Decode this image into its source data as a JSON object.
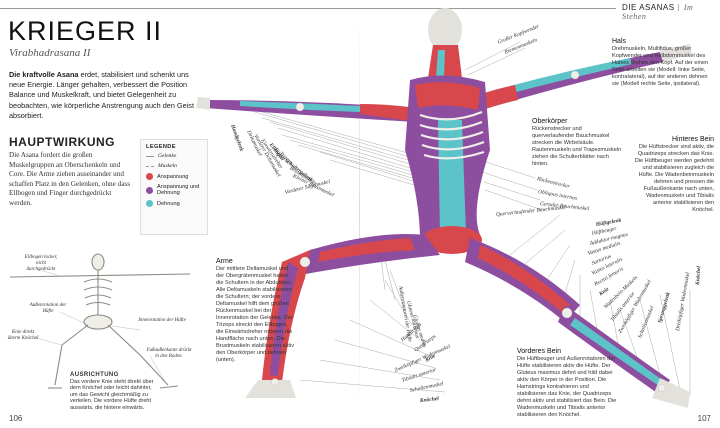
{
  "header": {
    "section": "DIE ASANAS",
    "subsection": "Im Stehen"
  },
  "title": "KRIEGER II",
  "subtitle": "Virabhadrasana II",
  "intro": {
    "lead": "Die kraftvolle Asana",
    "text": " erdet, stabilisiert und schenkt uns neue Energie. Länger gehalten, verbessert die Position Balance und Muskelkraft, und bietet Gelegenheit zu beobachten, wie körperliche Anstrengung auch den Geist absorbiert."
  },
  "hauptwirkung": {
    "title": "HAUPTWIRKUNG",
    "text": "Die Asana fordert die großen Muskelgruppen an Oberschenkeln und Core. Die Arme ziehen auseinander und schaffen Platz in den Gelenken, ohne dass Ellbogen und Finger durchgedrückt werden."
  },
  "legend": {
    "title": "LEGENDE",
    "items": [
      {
        "label": "Gelenke",
        "type": "line"
      },
      {
        "label": "Muskeln",
        "type": "dash"
      },
      {
        "label": "Anspannung",
        "color": "#d8474c"
      },
      {
        "label": "Anspannung und Dehnung",
        "color": "#8e4ea0"
      },
      {
        "label": "Dehnung",
        "color": "#5cc3c9"
      }
    ]
  },
  "colors": {
    "contract": "#d8474c",
    "contract_stretch": "#8e4ea0",
    "stretch": "#5cc3c9",
    "skin": "#e3e1dc",
    "bone": "#efeee8"
  },
  "info": {
    "hals": {
      "title": "Hals",
      "text": "Drehmuskeln, Multifidus, großer Kopfwender und Halbdornmuskel des Halses drehen den Kopf. Auf der einen Seite arbeiten sie (Modell: linke Seite, kontralateral), auf der anderen dehnen sie (Modell rechte Seite, ipsilateral)."
    },
    "oberkoerper": {
      "title": "Oberkörper",
      "text": "Rückenstrecker und querverlaufender Bauchmuskel strecken die Wirbelsäule. Rautenmuskeln und Trapezmuskeln ziehen die Schulterblätter nach hinten."
    },
    "hinteres_bein": {
      "title": "Hinteres Bein",
      "text": "Die Hüftstrecker sind aktiv, die Quadrizeps strecken das Knie. Die Hüftbeuger werden gedehnt und stabilisieren zugleich die Hüfte. Die Wadenbeinmuskeln dehnen und pressen die Fußaußenkante nach unten, Wadenmuskeln und Tibialis anterior stabilisieren den Knöchel."
    },
    "arme": {
      "title": "Arme",
      "text": "Der mittlere Deltamuskel und der Obergrätenmuskel halten die Schultern in der Abduktion. Alle Deltamuskeln stabilisieren die Schultern; der vordere Deltamuskel hilft dem großen Rückenmuskel bei der Innenrotation der Gelenke. Der Trizeps streckt den Ellbogen, die Einwärtsdreher rotieren die Handfläche nach unten. Die Brustmuskeln stabilisieren aktiv den Oberkörper und dehnen (unten)."
    },
    "vorderes_bein": {
      "title": "Vorderes Bein",
      "text": "Die Hüftbeuger und Außenrotatoren der Hüfte stabilisieren aktiv die Hüfte. Der Gluteus maximus dehnt und hält dabei aktiv den Körper in der Position. Die Hamstrings kontrahieren und stabilisieren das Knie, der Quadrizeps dehnt aktiv und stabilisiert das Bein. Die Wadenmuskeln und Tibialis anterior stabilisieren den Knöchel."
    }
  },
  "labels": {
    "top": [
      "Großer Kopfwender",
      "Riemenmuskeln"
    ],
    "left_arm": [
      "Handgelenk",
      "Deltamuskel",
      "Vorderer Deltamuskel",
      "Einwärtsdreher",
      "Ellbogen",
      "Bizeps",
      "Trizeps",
      "Schultergelenk",
      "Brustmuskeln",
      "Kleiner Brustmuskel",
      "Vorderer Sägemuskel"
    ],
    "torso": [
      "Rückenstrecker",
      "Obliquus internus",
      "Gerader Bauchmuskel",
      "Querverlaufender Bauchmuskel"
    ],
    "right_leg": [
      "Hüftgelenk",
      "Hüftbeuger",
      "Adduktor magnus",
      "Vastus medialis",
      "Sartorius",
      "Vastus lateralis",
      "Rectus femoris",
      "Knie",
      "Wadenbein-Muskeln",
      "Tibialis anterior",
      "Zweiköpfiger Wadenmuskel",
      "Schollenmuskel",
      "Sprunggelenk",
      "Dreiköpfiger Wadenmuskel",
      "Knöchel"
    ],
    "left_leg": [
      "Außenrotatoren der Hüfte",
      "Gluteus maximus",
      "Gluteus medius",
      "Hamstrings",
      "Quadrizeps",
      "Knie",
      "Zweiköpfiger Wadenmuskel",
      "Tibialis anterior",
      "Schollenmuskel",
      "Knöchel"
    ]
  },
  "small_figure": {
    "labels": [
      "Ellbogen locker, nicht durchgedrückt",
      "Außenrotation der Hüfte",
      "Knie direkt überm Knöchel",
      "Innenrotation der Hüfte",
      "Fußaußenkante drückt in den Boden."
    ],
    "ausrichtung_title": "AUSRICHTUNG",
    "ausrichtung_text": "Das vordere Knie steht direkt über dem Knöchel oder leicht dahinter, um das Gewicht gleichmäßig zu verteilen. Die vordere Hüfte dreht auswärts, die hintere einwärts."
  },
  "pages": {
    "left": "106",
    "right": "107"
  }
}
